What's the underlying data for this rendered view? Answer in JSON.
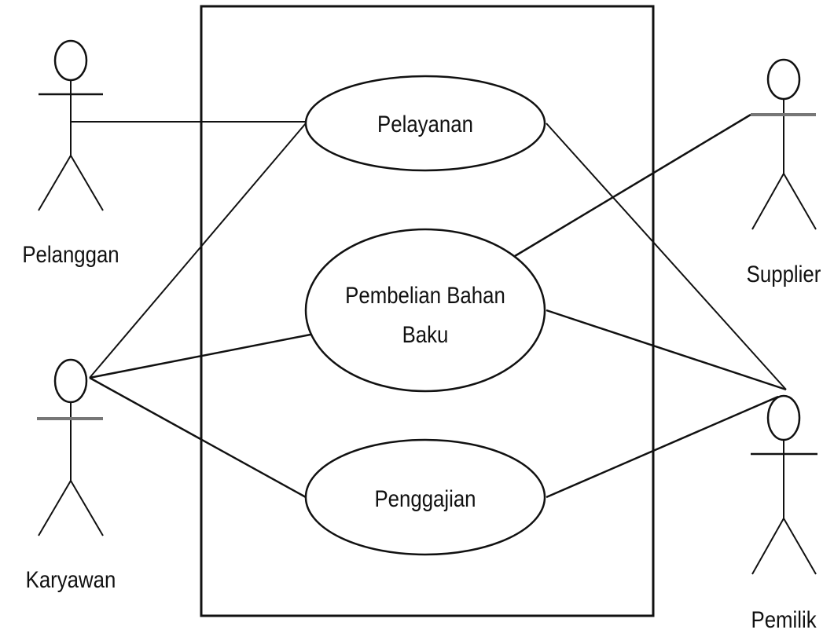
{
  "diagram": {
    "type": "use-case",
    "actors": [
      {
        "id": "pelanggan",
        "name": "Pelanggan"
      },
      {
        "id": "karyawan",
        "name": "Karyawan"
      },
      {
        "id": "supplier",
        "name": "Supplier"
      },
      {
        "id": "pemilik",
        "name": "Pemilik"
      }
    ],
    "use_cases": [
      {
        "id": "pelayanan",
        "lines": [
          "Pelayanan"
        ]
      },
      {
        "id": "pembelian",
        "lines": [
          "Pembelian Bahan",
          "Baku"
        ]
      },
      {
        "id": "penggajian",
        "lines": [
          "Penggajian"
        ]
      }
    ],
    "associations": [
      {
        "from": "pelanggan",
        "to": "pelayanan"
      },
      {
        "from": "karyawan",
        "to": "pelayanan"
      },
      {
        "from": "karyawan",
        "to": "pembelian"
      },
      {
        "from": "karyawan",
        "to": "penggajian"
      },
      {
        "from": "supplier",
        "to": "pembelian"
      },
      {
        "from": "pemilik",
        "to": "pelayanan"
      },
      {
        "from": "pemilik",
        "to": "pembelian"
      },
      {
        "from": "pemilik",
        "to": "penggajian"
      }
    ]
  }
}
